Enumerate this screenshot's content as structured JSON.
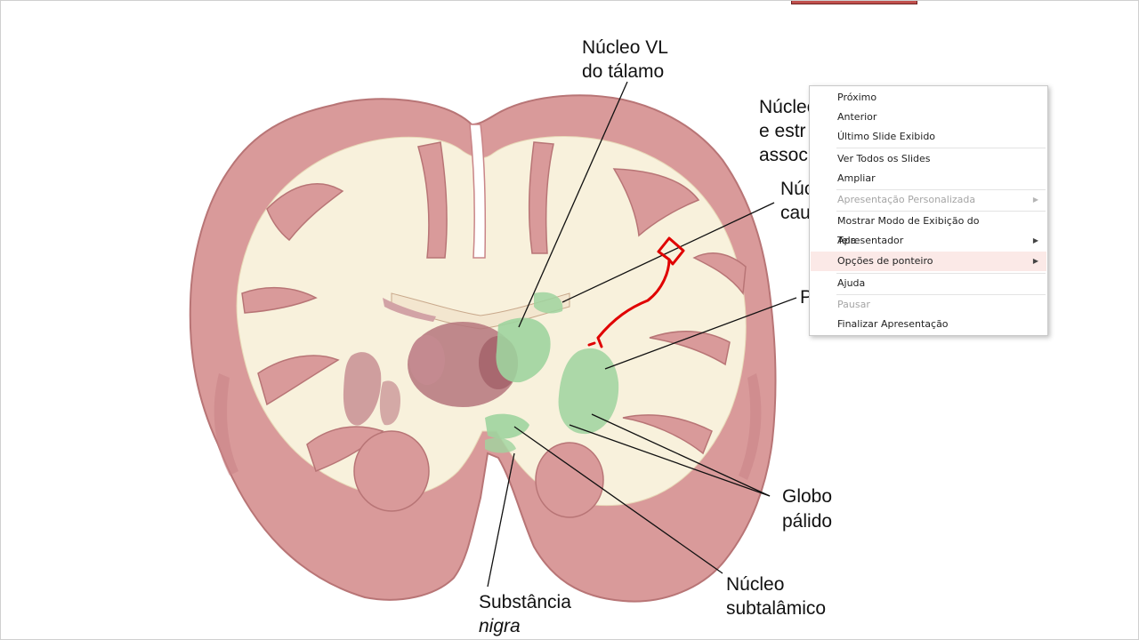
{
  "labels": {
    "vl_line1": "Núcleo VL",
    "vl_line2": "do tálamo",
    "assoc_line1": "Núcleo",
    "assoc_line2": "e estr",
    "assoc_line3": "assoc",
    "caudate_line1": "Núc",
    "caudate_line2": "cau",
    "putamen": "P",
    "globo_line1": "Globo",
    "globo_line2": "pálido",
    "subtal_line1": "Núcleo",
    "subtal_line2": "subtalâmico",
    "nigra_line1": "Substância",
    "nigra_line2": "nigra"
  },
  "context_menu": {
    "items": [
      {
        "label": "Próximo",
        "disabled": false,
        "submenu": false
      },
      {
        "label": "Anterior",
        "disabled": false,
        "submenu": false
      },
      {
        "label": "Último Slide Exibido",
        "disabled": false,
        "submenu": false
      },
      {
        "label": "Ver Todos os Slides",
        "disabled": false,
        "submenu": false
      },
      {
        "label": "Ampliar",
        "disabled": false,
        "submenu": false
      },
      {
        "label": "Apresentação Personalizada",
        "disabled": true,
        "submenu": true
      },
      {
        "label": "Mostrar Modo de Exibição do Apresentador",
        "disabled": false,
        "submenu": false
      },
      {
        "label": "Tela",
        "disabled": false,
        "submenu": true
      },
      {
        "label": "Opções de ponteiro",
        "disabled": false,
        "submenu": true,
        "highlighted": true
      },
      {
        "label": "Ajuda",
        "disabled": false,
        "submenu": false
      },
      {
        "label": "Pausar",
        "disabled": true,
        "submenu": false
      },
      {
        "label": "Finalizar Apresentação",
        "disabled": false,
        "submenu": false
      }
    ]
  },
  "colors": {
    "cortex": "#d99a9a",
    "white_matter": "#f8f1dc",
    "thalamus": "#b5767c",
    "highlight_green": "#9fd49f",
    "pen_ink": "#e00000",
    "menu_highlight": "#fbe9e7"
  }
}
